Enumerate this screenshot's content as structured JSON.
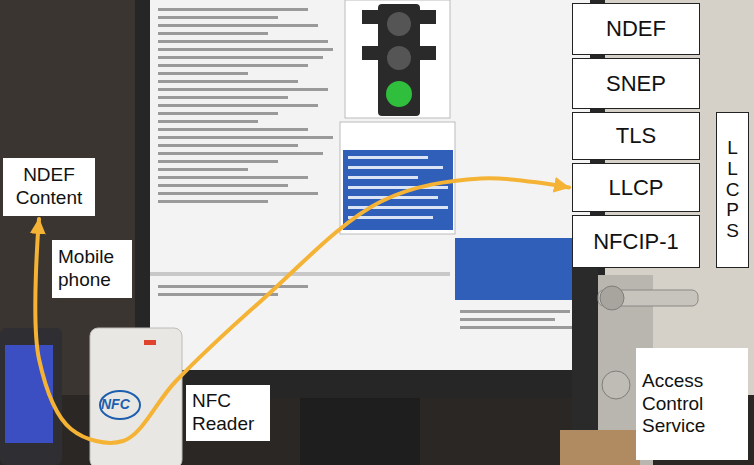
{
  "diagram": {
    "nodes": [
      {
        "text": [
          "NDEF Content"
        ]
      },
      {
        "text": [
          "Mobile phone"
        ]
      },
      {
        "text": [
          "NFC Reader"
        ]
      },
      {
        "text": [
          "Access Control Service"
        ]
      },
      {
        "text": [
          "NDEF"
        ]
      },
      {
        "text": [
          "SNEP"
        ]
      },
      {
        "text": [
          "TLS"
        ]
      },
      {
        "text": [
          "LLCP"
        ]
      },
      {
        "text": [
          "NFCIP-1"
        ]
      },
      {
        "text": [
          "LLCPS"
        ]
      }
    ],
    "edges": [
      {
        "from": 0,
        "to": 7,
        "arrow": "both"
      }
    ],
    "labels": [
      "NFC"
    ]
  }
}
